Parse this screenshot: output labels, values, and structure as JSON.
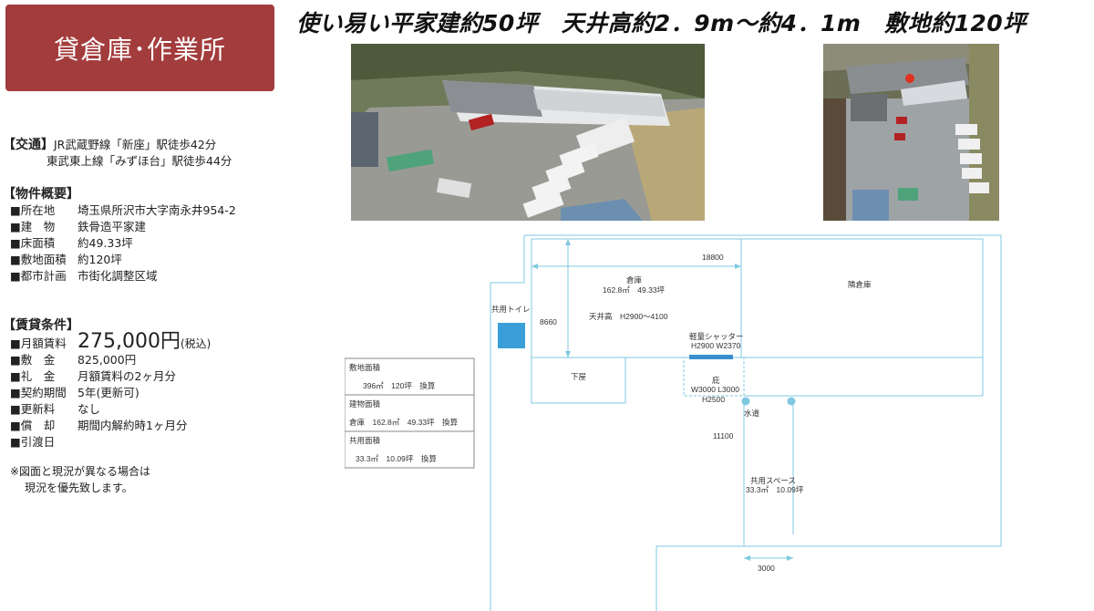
{
  "header": {
    "badge": "貸倉庫･作業所",
    "headline": "使い易い平家建約50坪　天井高約2．9m～約4．1m　敷地約120坪"
  },
  "photos": {
    "aerial_main": "aerial-photo-icon",
    "aerial_top": "aerial-photo-icon"
  },
  "access": {
    "heading": "【交通】",
    "line1": "JR武蔵野線「新座」駅徒歩42分",
    "line2": "東武東上線「みずほ台」駅徒歩44分"
  },
  "overview": {
    "heading": "【物件概要】",
    "rows": [
      {
        "label": "■所在地",
        "value": "埼玉県所沢市大字南永井954-2"
      },
      {
        "label": "■建　物",
        "value": "鉄骨造平家建"
      },
      {
        "label": "■床面積",
        "value": "約49.33坪"
      },
      {
        "label": "■敷地面積",
        "value": "約120坪"
      },
      {
        "label": "■都市計画",
        "value": "市街化調整区域"
      }
    ]
  },
  "lease": {
    "heading": "【賃貸条件】",
    "rent_label": "■月額賃料",
    "rent_value": "275,000円",
    "rent_tax": "(税込)",
    "rows": [
      {
        "label": "■敷　金",
        "value": "825,000円"
      },
      {
        "label": "■礼　金",
        "value": "月額賃料の2ヶ月分"
      },
      {
        "label": "■契約期間",
        "value": "5年(更新可)"
      },
      {
        "label": "■更新料",
        "value": "なし"
      },
      {
        "label": "■償　却",
        "value": "期間内解約時1ヶ月分"
      },
      {
        "label": "■引渡日",
        "value": ""
      }
    ]
  },
  "note": {
    "line1": "※図面と現況が異なる場合は",
    "line2": "現況を優先致します。"
  },
  "plan": {
    "area_table": {
      "site_label": "敷地面積",
      "site_value": "396㎡　120坪　換算",
      "building_label": "建物面積",
      "building_value": "倉庫　162.8㎡　49.33坪　換算",
      "shared_label": "共用面積",
      "shared_value": "33.3㎡　10.09坪　換算"
    },
    "dim_width": "18800",
    "dim_depth": "8660",
    "dim_lane": "11100",
    "dim_lane_width": "3000",
    "warehouse_label": "倉庫",
    "warehouse_area": "162.8㎡　49.33坪",
    "ceiling": "天井高　H2900～4100",
    "neighbor": "隣倉庫",
    "toilet": "共用トイレ",
    "shed": "下屋",
    "shutter_label": "軽量シャッター",
    "shutter_size": "H2900 W2370",
    "canopy_label": "庇",
    "canopy_size1": "W3000 L3000",
    "canopy_size2": "H2500",
    "water": "水道",
    "shared_space": "共用スペース",
    "shared_space_area": "33.3㎡　10.09坪"
  },
  "colors": {
    "badge_bg": "#a33c3c",
    "plan_line": "#7fc8e0",
    "shutter": "#3a8fcf"
  }
}
